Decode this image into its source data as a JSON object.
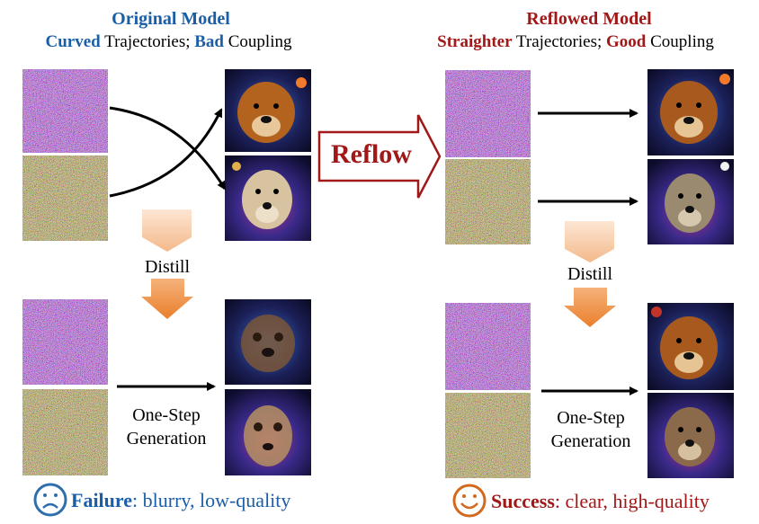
{
  "left": {
    "title": "Original Model",
    "sub_a": "Curved",
    "sub_b": " Trajectories; ",
    "sub_c": "Bad",
    "sub_d": " Coupling",
    "distill": "Distill",
    "onestep_1": "One-Step",
    "onestep_2": "Generation",
    "result_bold": "Failure",
    "result_rest": ": blurry, low-quality"
  },
  "right": {
    "title": "Reflowed Model",
    "sub_a": "Straighter",
    "sub_b": " Trajectories; ",
    "sub_c": "Good",
    "sub_d": " Coupling",
    "distill": "Distill",
    "onestep_1": "One-Step",
    "onestep_2": "Generation",
    "result_bold": "Success",
    "result_rest": ": clear, high-quality"
  },
  "center": {
    "reflow": "Reflow"
  },
  "colors": {
    "blue": "#1a5ea8",
    "red": "#a01818",
    "orange": "#ee8a3a",
    "face_sad": "#2f6fae",
    "face_happy": "#d2691e"
  }
}
